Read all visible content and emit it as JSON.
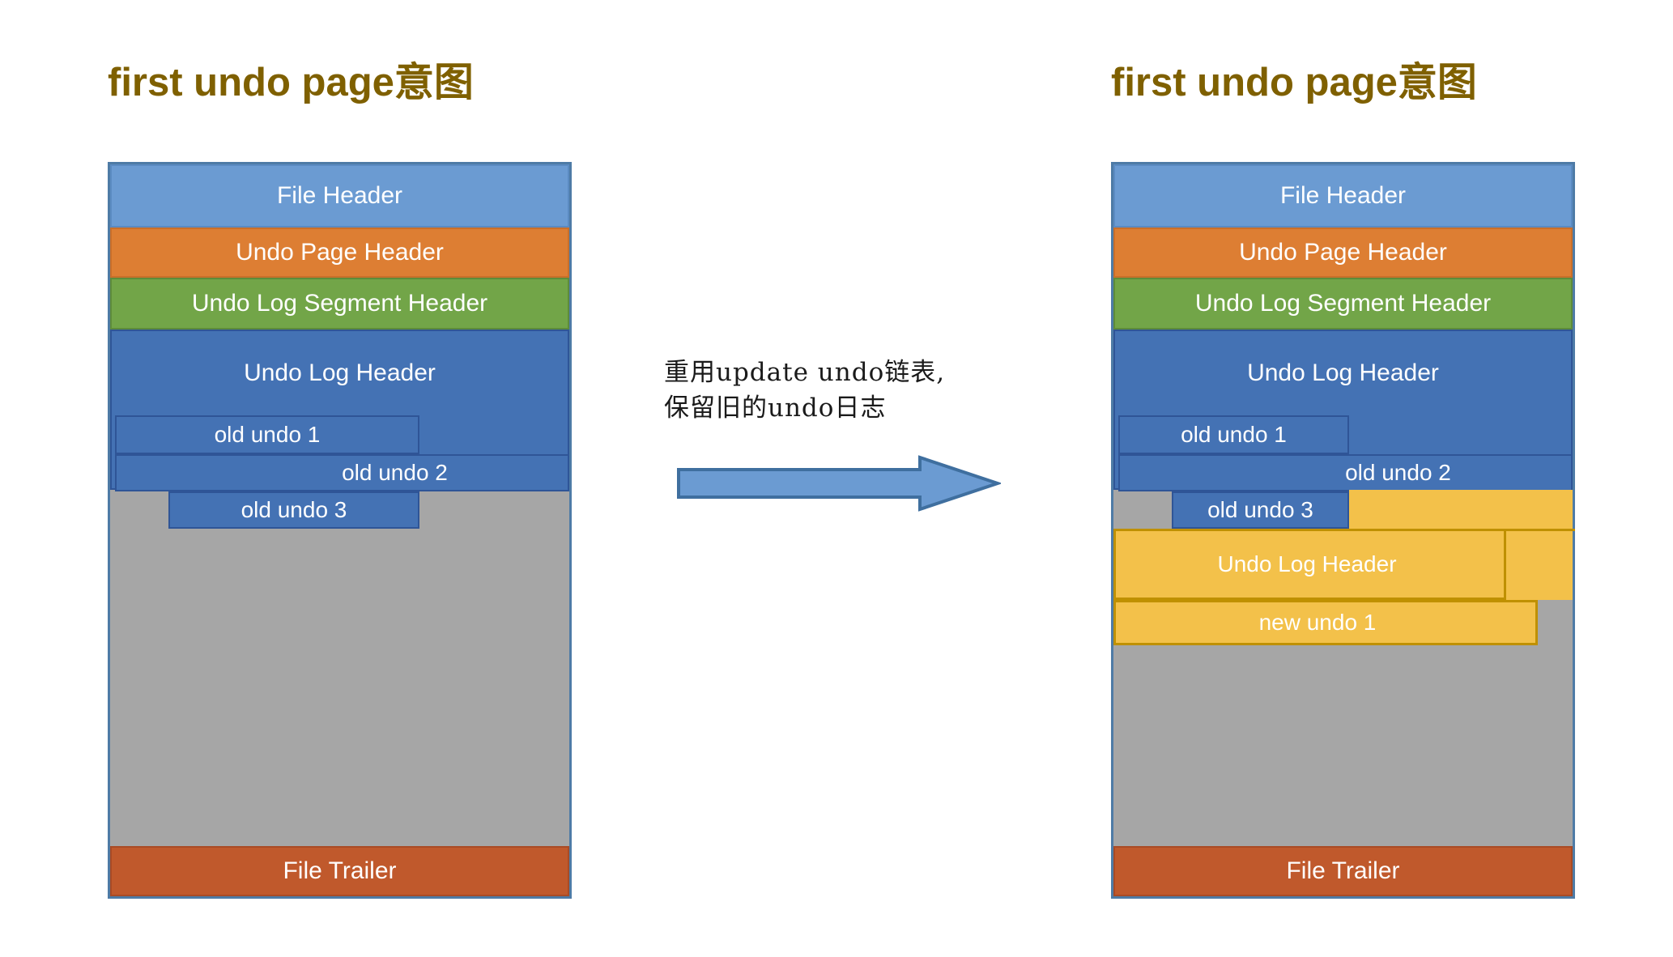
{
  "diagrams": {
    "left": {
      "title": "first undo page意图",
      "blocks": [
        {
          "label": "File Header",
          "role": "file-header"
        },
        {
          "label": "Undo Page Header",
          "role": "undo-page-header"
        },
        {
          "label": "Undo Log Segment Header",
          "role": "undo-log-segment-header"
        },
        {
          "label": "Undo Log Header",
          "role": "undo-log-header"
        },
        {
          "label": "old undo 1",
          "role": "old-undo-1"
        },
        {
          "label": "old undo 2",
          "role": "old-undo-2"
        },
        {
          "label": "old undo 3",
          "role": "old-undo-3"
        },
        {
          "label": "",
          "role": "free-space"
        },
        {
          "label": "File Trailer",
          "role": "file-trailer"
        }
      ]
    },
    "right": {
      "title": "first undo page意图",
      "blocks": [
        {
          "label": "File Header",
          "role": "file-header"
        },
        {
          "label": "Undo Page Header",
          "role": "undo-page-header"
        },
        {
          "label": "Undo Log Segment Header",
          "role": "undo-log-segment-header"
        },
        {
          "label": "Undo Log Header",
          "role": "undo-log-header"
        },
        {
          "label": "old undo 1",
          "role": "old-undo-1"
        },
        {
          "label": "old undo 2",
          "role": "old-undo-2"
        },
        {
          "label": "old undo 3",
          "role": "old-undo-3"
        },
        {
          "label": "Undo Log Header",
          "role": "new-undo-log-header"
        },
        {
          "label": "new undo 1",
          "role": "new-undo-1"
        },
        {
          "label": "",
          "role": "free-space"
        },
        {
          "label": "File Trailer",
          "role": "file-trailer"
        }
      ]
    }
  },
  "annotation": {
    "line1": "重用update undo链表,",
    "line2": "保留旧的undo日志",
    "text": "重用update undo链表,\n保留旧的undo日志",
    "arrow": "right-arrow"
  },
  "colors": {
    "title": "#7f6000",
    "file_header": "#6b9bd2",
    "undo_page_header": "#dd7e33",
    "undo_log_segment_header": "#72a548",
    "undo_log_header": "#4472b4",
    "new_undo_yellow": "#f3c14a",
    "new_undo_yellow_border": "#bf9000",
    "free_space_gray": "#a6a6a6",
    "file_trailer": "#c0592c",
    "arrow_fill": "#6b9bd2",
    "arrow_stroke": "#3f6f9f",
    "page_border": "#4e7ba6",
    "text_on_block": "#ffffff",
    "annotation_text": "#1a1a1a"
  }
}
